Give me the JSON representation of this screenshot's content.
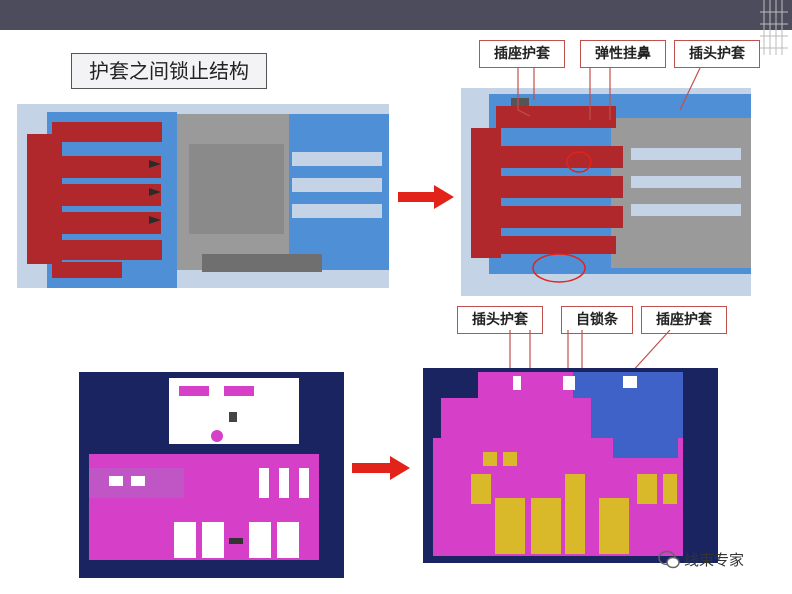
{
  "title": "护套之间锁止结构",
  "top_labels": [
    "插座护套",
    "弹性挂鼻",
    "插头护套"
  ],
  "bottom_labels": [
    "插头护套",
    "自锁条",
    "插座护套"
  ],
  "watermark": "线束专家",
  "colors": {
    "red": "#b0282c",
    "blue": "#4f8fd6",
    "gray": "#9a9a9a",
    "magenta": "#d63fc8",
    "navy": "#1a2460",
    "yellow": "#d9b82a",
    "accent_red": "#e2231a"
  }
}
